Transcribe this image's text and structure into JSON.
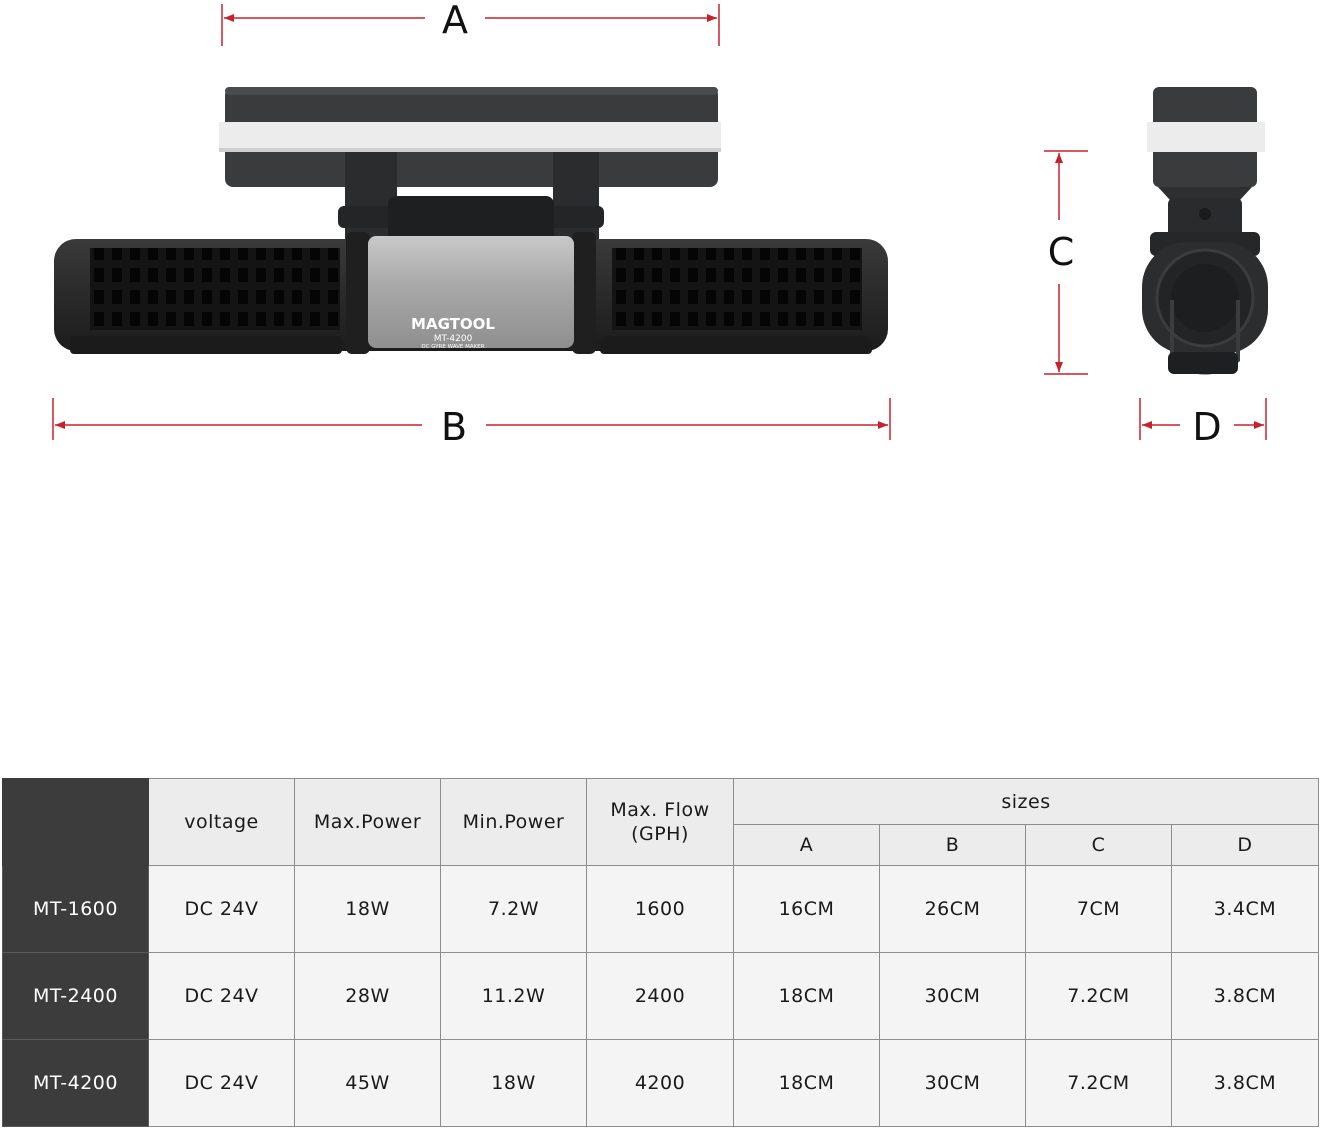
{
  "dimensions": {
    "a_label": "A",
    "b_label": "B",
    "c_label": "C",
    "d_label": "D",
    "line_color": "#c8202c"
  },
  "product": {
    "brand": "MAGTOOL",
    "model": "MT-4200",
    "description": "DC GYRE WAVE MAKER"
  },
  "table": {
    "headers": {
      "voltage": "voltage",
      "max_power": "Max.Power",
      "min_power": "Min.Power",
      "max_flow": "Max. Flow\n(GPH)",
      "sizes": "sizes",
      "size_a": "A",
      "size_b": "B",
      "size_c": "C",
      "size_d": "D"
    },
    "rows": [
      {
        "model": "MT-1600",
        "voltage": "DC 24V",
        "max_power": "18W",
        "min_power": "7.2W",
        "max_flow": "1600",
        "a": "16CM",
        "b": "26CM",
        "c": "7CM",
        "d": "3.4CM"
      },
      {
        "model": "MT-2400",
        "voltage": "DC 24V",
        "max_power": "28W",
        "min_power": "11.2W",
        "max_flow": "2400",
        "a": "18CM",
        "b": "30CM",
        "c": "7.2CM",
        "d": "3.8CM"
      },
      {
        "model": "MT-4200",
        "voltage": "DC 24V",
        "max_power": "45W",
        "min_power": "18W",
        "max_flow": "4200",
        "a": "18CM",
        "b": "30CM",
        "c": "7.2CM",
        "d": "3.8CM"
      }
    ],
    "colors": {
      "dark": "#3c3c3c",
      "header_bg": "#ececec",
      "cell_bg": "#f4f4f4"
    }
  }
}
